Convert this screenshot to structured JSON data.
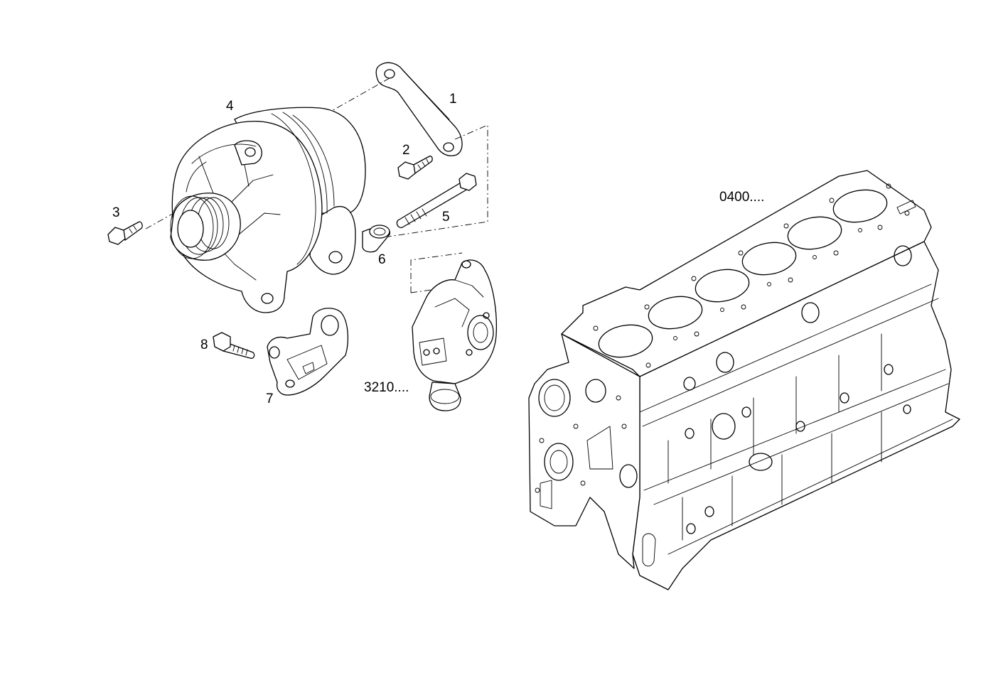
{
  "callouts": {
    "part_1": "1",
    "part_2": "2",
    "part_3": "3",
    "part_4": "4",
    "part_5": "5",
    "part_6": "6",
    "part_7": "7",
    "part_8": "8",
    "ref_engine_block": "0400....",
    "ref_water_pump": "3210...."
  }
}
